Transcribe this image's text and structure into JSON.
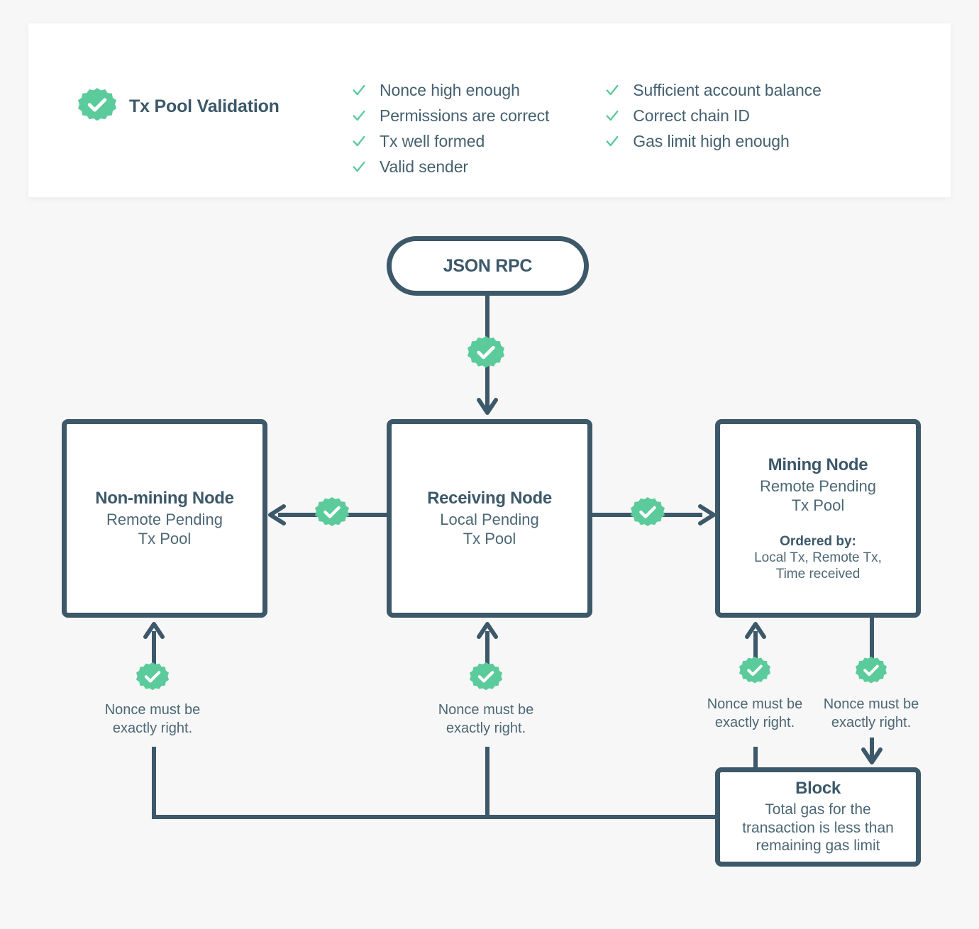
{
  "theme": {
    "background": "#f7f7f7",
    "card_background": "#ffffff",
    "dark_slate": "#3c5869",
    "green": "#5bcb9b",
    "text_muted": "#4c6775"
  },
  "validation_card": {
    "badge_icon": "check-seal-icon",
    "title": "Tx Pool Validation",
    "columns": [
      {
        "items": [
          {
            "icon": "check-icon",
            "label": "Nonce high enough"
          },
          {
            "icon": "check-icon",
            "label": "Permissions are correct"
          },
          {
            "icon": "check-icon",
            "label": "Tx well formed"
          },
          {
            "icon": "check-icon",
            "label": "Valid sender"
          }
        ]
      },
      {
        "items": [
          {
            "icon": "check-icon",
            "label": "Sufficient account balance"
          },
          {
            "icon": "check-icon",
            "label": "Correct chain ID"
          },
          {
            "icon": "check-icon",
            "label": "Gas limit high enough"
          }
        ]
      }
    ]
  },
  "nodes": {
    "json_rpc": {
      "title": "JSON RPC"
    },
    "non_mining": {
      "title": "Non-mining Node",
      "subtitle": "Remote Pending\nTx Pool"
    },
    "receiving": {
      "title": "Receiving Node",
      "subtitle": "Local Pending\nTx Pool"
    },
    "mining": {
      "title": "Mining Node",
      "subtitle": "Remote Pending\nTx Pool",
      "extra_title": "Ordered by:",
      "extra_subtitle": "Local Tx, Remote Tx,\nTime received"
    },
    "block": {
      "title": "Block",
      "subtitle": "Total gas for the\ntransaction is less than\nremaining gas limit"
    }
  },
  "captions": {
    "nonce_non_mining": "Nonce must be\nexactly right.",
    "nonce_receiving": "Nonce must be\nexactly right.",
    "nonce_mining": "Nonce must be\nexactly right.",
    "nonce_block": "Nonce must be\nexactly right."
  },
  "badges": {
    "rpc_to_receiving": "check-seal-icon",
    "receiving_to_left": "check-seal-icon",
    "receiving_to_right": "check-seal-icon",
    "block_to_non_mining": "check-seal-icon",
    "block_to_receiving": "check-seal-icon",
    "block_to_mining": "check-seal-icon",
    "mining_to_block": "check-seal-icon"
  }
}
